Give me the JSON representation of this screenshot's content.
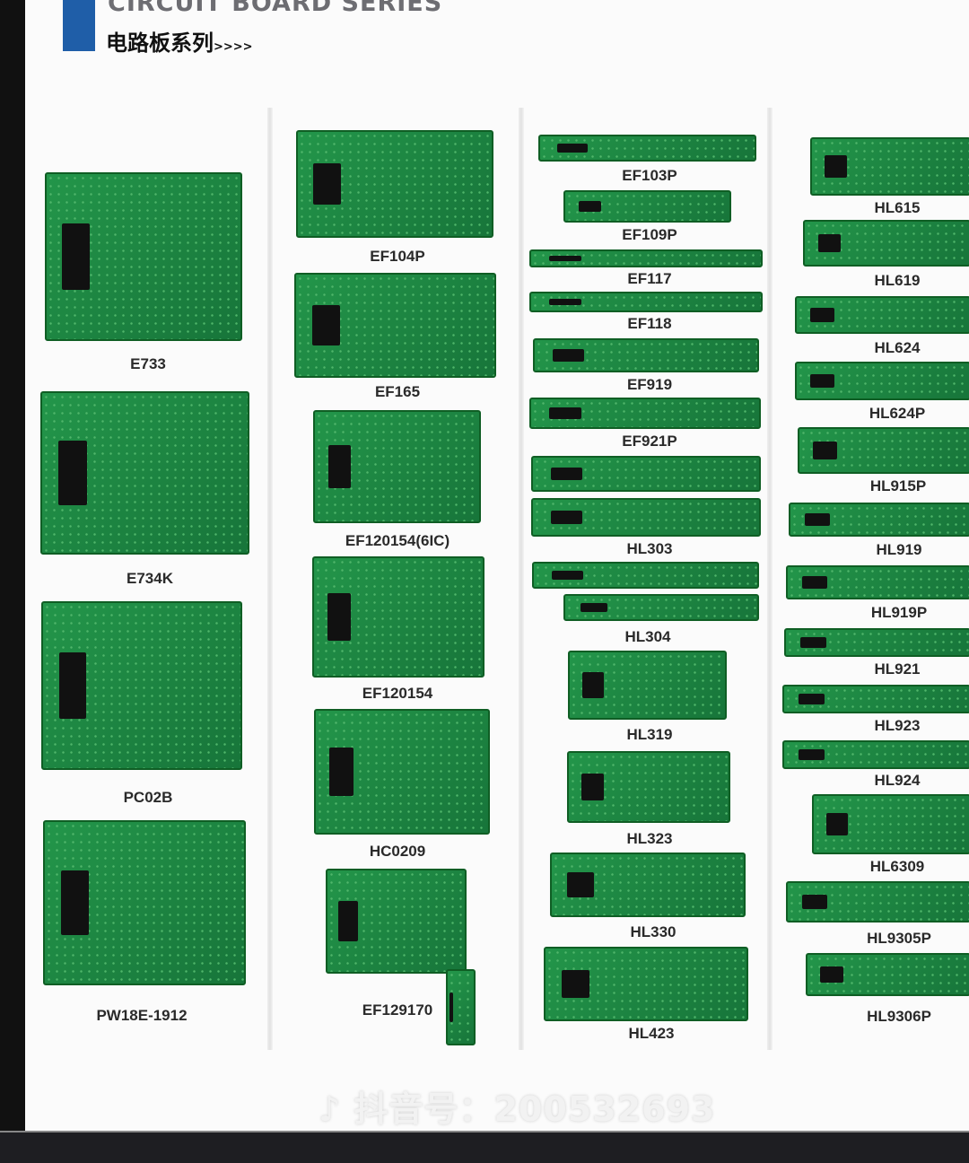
{
  "header": {
    "title_en": "CIRCUIT BOARD SERIES",
    "title_cn": "电路板系列",
    "arrows": ">>>>"
  },
  "columns": [
    {
      "items": [
        "E733",
        "E734K",
        "PC02B",
        "PW18E-1912"
      ]
    },
    {
      "items": [
        "EF104P",
        "EF165",
        "EF120154(6IC)",
        "EF120154",
        "HC0209",
        "EF129170"
      ]
    },
    {
      "items": [
        "EF103P",
        "EF109P",
        "EF117",
        "EF118",
        "EF919",
        "EF921P",
        "HL303",
        "HL304",
        "HL319",
        "HL323",
        "HL330",
        "HL423"
      ]
    },
    {
      "items": [
        "HL615",
        "HL619",
        "HL624",
        "HL624P",
        "HL915P",
        "HL919",
        "HL919P",
        "HL921",
        "HL923",
        "HL924",
        "HL6309",
        "HL9305P",
        "HL9306P"
      ]
    }
  ],
  "watermark": "♪ 抖音号：200532693",
  "colors": {
    "accent": "#1f5ea8",
    "board_green": "#1f8a3a"
  }
}
